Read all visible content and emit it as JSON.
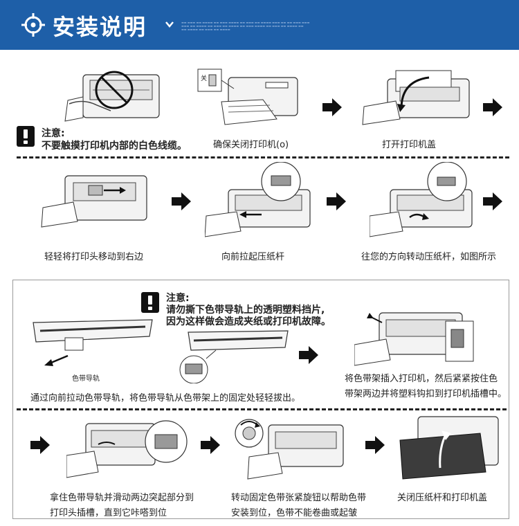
{
  "header": {
    "title": "安装说明",
    "colors": {
      "banner": "#1e5fa8",
      "text": "#ffffff"
    }
  },
  "section1": {
    "notice": {
      "title": "注意:",
      "text": "不要触摸打印机内部的白色线缆。"
    },
    "steps": [
      {
        "caption": "确保关闭打印机(o)"
      },
      {
        "caption": "打开打印机盖"
      },
      {
        "caption": "轻轻将打印头移动到右边"
      },
      {
        "caption": "向前拉起压纸杆"
      },
      {
        "caption": "往您的方向转动压纸杆，如图所示"
      }
    ],
    "power_label": "关"
  },
  "section2": {
    "notice": {
      "title": "注意:",
      "line1": "请勿撕下色带导轨上的透明塑料挡片,",
      "line2": "因为这样做会造成夹纸或打印机故障。"
    },
    "ribbon_guide_label": "色带导轨",
    "steps": [
      {
        "caption": "通过向前拉动色带导轨，将色带导轨从色带架上的固定处轻轻拔出。"
      },
      {
        "line1": "将色带架插入打印机，然后紧紧按住色",
        "line2": "带架两边并将塑料钩扣到打印机插槽中。"
      },
      {
        "line1": "拿住色带导轨并滑动两边突起部分到",
        "line2": "打印头插槽，直到它咔嗒到位"
      },
      {
        "line1": "转动固定色带张紧旋钮以帮助色带",
        "line2": "安装到位，色带不能卷曲或起皱"
      },
      {
        "caption": "关闭压纸杆和打印机盖"
      }
    ]
  }
}
